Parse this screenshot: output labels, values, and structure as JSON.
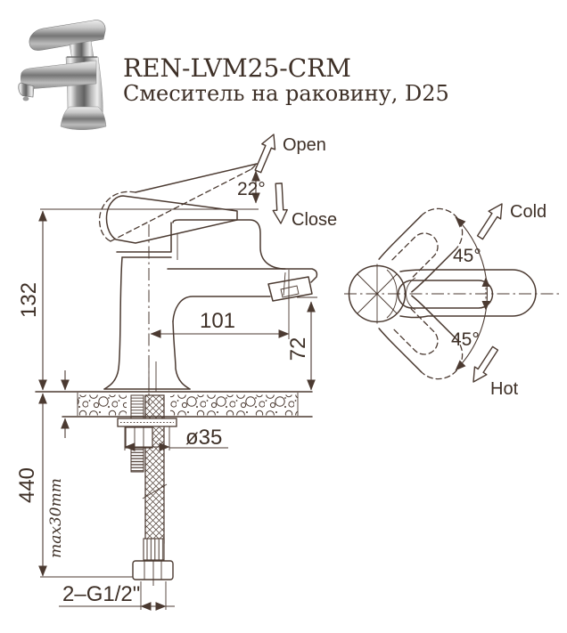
{
  "colors": {
    "line": "#4b3a31",
    "text": "#3e3027",
    "background": "#ffffff"
  },
  "header": {
    "model": "REN-LVM25-CRM",
    "description": "Смеситель на раковину, D25"
  },
  "front_view": {
    "labels": {
      "open": "Open",
      "close": "Close"
    },
    "dimensions": {
      "lever_angle": "22°",
      "body_height": "132",
      "spout_reach": "101",
      "spout_height": "72",
      "hose_length": "440",
      "max_counter_thickness": "max30mm",
      "mounting_hole_diameter": "ø35",
      "connection_thread": "2–G1/2\""
    }
  },
  "top_view": {
    "labels": {
      "cold": "Cold",
      "hot": "Hot"
    },
    "dimensions": {
      "cold_swing_angle": "45°",
      "hot_swing_angle": "45°"
    }
  }
}
